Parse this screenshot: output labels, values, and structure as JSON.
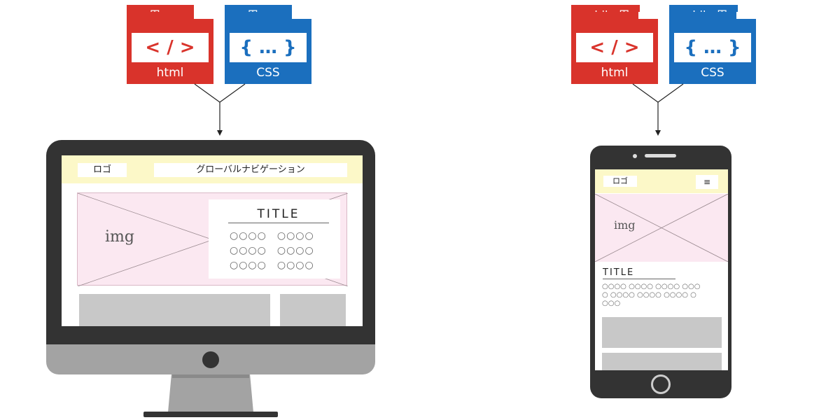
{
  "pc": {
    "html_card": {
      "tab": "pc 用",
      "code": "< / >",
      "label": "html"
    },
    "css_card": {
      "tab": "pc 用",
      "code": "{ … }",
      "label": "CSS"
    },
    "screen": {
      "logo": "ロゴ",
      "nav": "グローバルナビゲーション",
      "img": "img",
      "title": "TITLE",
      "text_rows": [
        "○○○○　○○○○",
        "○○○○　○○○○",
        "○○○○　○○○○"
      ]
    }
  },
  "mobile": {
    "html_card": {
      "tab": "mobile 用",
      "code": "< / >",
      "label": "html"
    },
    "css_card": {
      "tab": "mobile 用",
      "code": "{ … }",
      "label": "CSS"
    },
    "screen": {
      "logo": "ロゴ",
      "menu": "≡",
      "img": "img",
      "title": "TITLE",
      "text_lines": [
        "○○○○ ○○○○ ○○○○ ○○○",
        "○ ○○○○ ○○○○ ○○○○ ○",
        "○○○"
      ]
    }
  },
  "colors": {
    "html": "#d9332b",
    "css": "#1b6fbe",
    "header_bg": "#fcf8c8",
    "hero_bg": "#fbe8f1",
    "block": "#c8c8c8",
    "device": "#333333"
  }
}
